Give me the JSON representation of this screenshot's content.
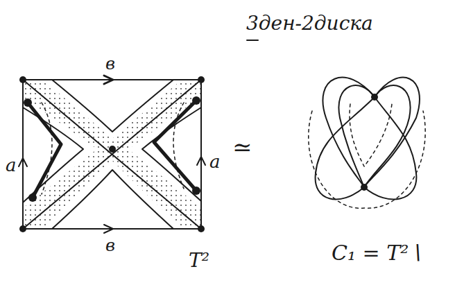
{
  "diagram": {
    "labels": [
      "3ден-2диска",
      "в",
      "в",
      "a",
      "a",
      "≃",
      "T²",
      "C₁ = T²∖"
    ]
  }
}
